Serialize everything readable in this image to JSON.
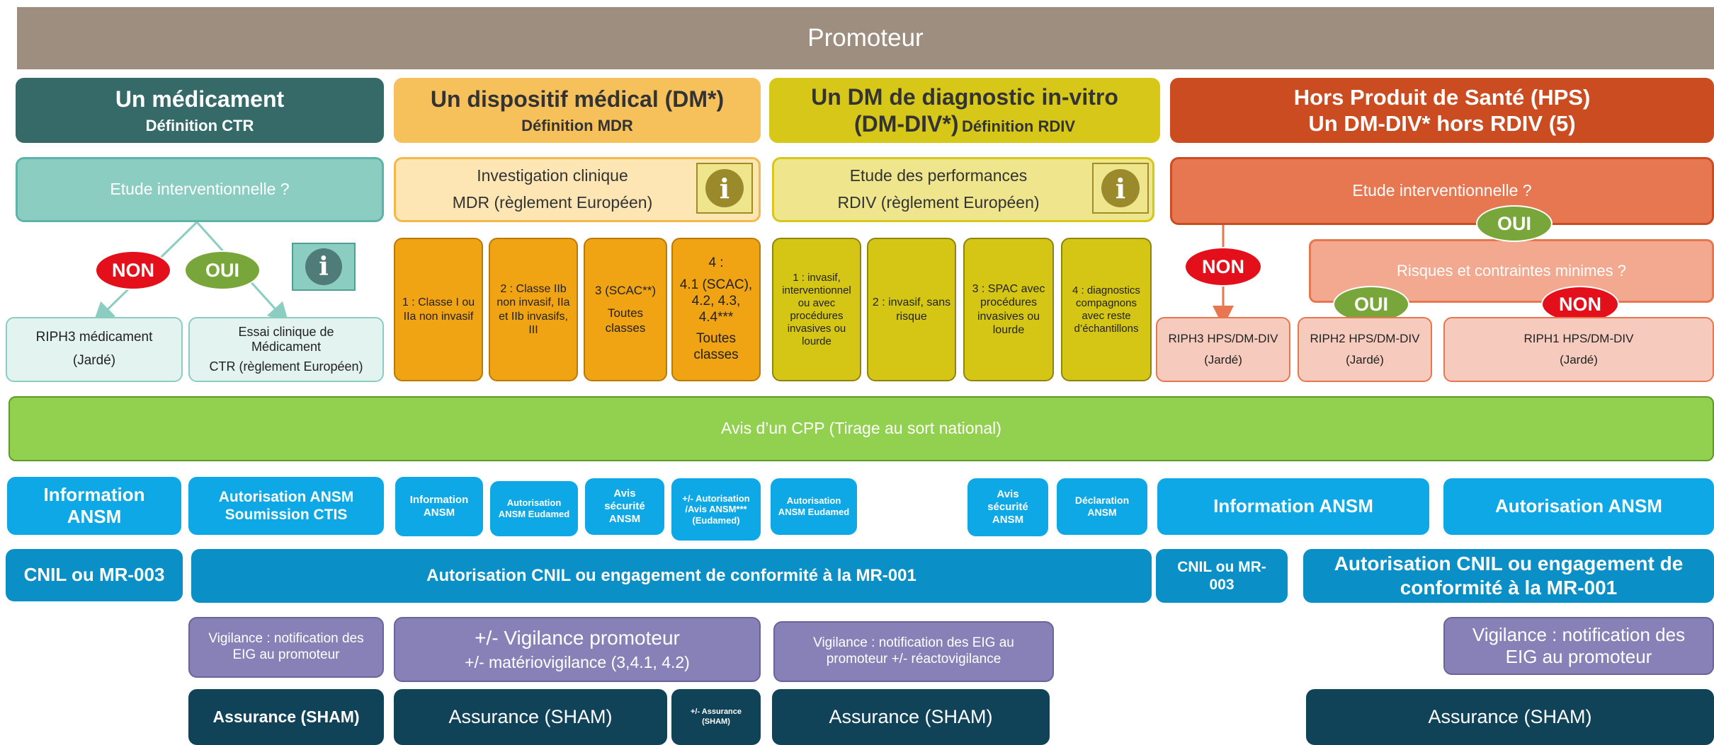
{
  "header": {
    "title": "Promoteur"
  },
  "categories": {
    "medicament": {
      "title": "Un médicament",
      "sub": "Définition CTR"
    },
    "dm": {
      "title": "Un dispositif médical (DM*)",
      "sub": "Définition MDR"
    },
    "dmdiv": {
      "title": "Un DM de diagnostic in-vitro",
      "title2": "(DM-DIV*)",
      "sub": "Définition RDIV"
    },
    "hps": {
      "title": "Hors Produit de Santé (HPS)",
      "title2": "Un DM-DIV* hors RDIV (5)"
    }
  },
  "questions": {
    "medicament": "Etude interventionnelle ?",
    "dm": {
      "line1": "Investigation clinique",
      "line2": "MDR (règlement Européen)"
    },
    "dmdiv": {
      "line1": "Etude des performances",
      "line2": "RDIV (règlement Européen)"
    },
    "hps": "Etude interventionnelle ?",
    "hps_risks": "Risques et contraintes minimes ?"
  },
  "pills": {
    "non": "NON",
    "oui": "OUI"
  },
  "info_icon": "info-icon",
  "medicament_outcomes": {
    "riph3": {
      "line1": "RIPH3 médicament",
      "line2": "(Jardé)"
    },
    "essai": {
      "line1": "Essai clinique de",
      "line2": "Médicament",
      "line3": "CTR (règlement Européen)"
    }
  },
  "dm_classes": [
    {
      "text": "1 : Classe I ou IIa non invasif"
    },
    {
      "text": "2 : Classe IIb non invasif, IIa et IIb invasifs, III"
    },
    {
      "text": "3 (SCAC**)",
      "text2": "Toutes classes"
    },
    {
      "text": "4 :",
      "text2": "4.1 (SCAC), 4.2, 4.3, 4.4***",
      "text3": "Toutes classes"
    }
  ],
  "dmdiv_classes": [
    {
      "text": "1 : invasif, interventionnel ou avec procédures invasives ou lourde"
    },
    {
      "text": "2 : invasif, sans risque"
    },
    {
      "text": "3 : SPAC avec procédures invasives ou lourde"
    },
    {
      "text": "4 : diagnostics compagnons avec reste d’échantillons"
    }
  ],
  "hps_outcomes": {
    "riph3": {
      "line1": "RIPH3 HPS/DM-DIV",
      "line2": "(Jardé)"
    },
    "riph2": {
      "line1": "RIPH2 HPS/DM-DIV",
      "line2": "(Jardé)"
    },
    "riph1": {
      "line1": "RIPH1 HPS/DM-DIV",
      "line2": "(Jardé)"
    }
  },
  "cpp": "Avis d’un CPP (Tirage au sort national)",
  "ansm": {
    "info_med": "Information ANSM",
    "auth_med": {
      "line1": "Autorisation ANSM",
      "line2": "Soumission CTIS"
    },
    "dm1": "Information ANSM",
    "dm2": "Autorisation ANSM Eudamed",
    "dm3": "Avis sécurité ANSM",
    "dm4": "+/- Autorisation /Avis ANSM*** (Eudamed)",
    "div1": "Autorisation ANSM Eudamed",
    "div3": "Avis sécurité ANSM",
    "div4": "Déclaration ANSM",
    "hps_info": "Information ANSM",
    "hps_auth": "Autorisation ANSM"
  },
  "cnil": {
    "med": "CNIL ou MR-003",
    "main": "Autorisation CNIL ou engagement de conformité à la MR-001",
    "hps_small": "CNIL ou MR-003",
    "hps_main": "Autorisation CNIL ou engagement de conformité à la MR-001"
  },
  "vigilance": {
    "med": "Vigilance : notification des EIG au promoteur",
    "dm_line1": "+/- Vigilance promoteur",
    "dm_line2": "+/- matériovigilance (3,4.1, 4.2)",
    "div": "Vigilance : notification des EIG au promoteur +/- réactovigilance",
    "hps": "Vigilance : notification des EIG au promoteur"
  },
  "assurance": {
    "med": "Assurance (SHAM)",
    "dm": "Assurance (SHAM)",
    "dm_small": "+/- Assurance (SHAM)",
    "div": "Assurance (SHAM)",
    "hps": "Assurance (SHAM)"
  },
  "colors": {
    "header": "#9d8e80",
    "medicament": "#356a68",
    "medicament_q": "#8ccdc2",
    "dm": "#f6c15b",
    "dm_q": "#fde6b4",
    "dm_class": "#f0a313",
    "dmdiv": "#d6c719",
    "dmdiv_q": "#eee58c",
    "dmdiv_class": "#d5c616",
    "hps": "#cc4c22",
    "hps_q": "#e67750",
    "hps_outcome": "#f6cbbd",
    "cpp": "#92d14f",
    "ansm": "#0ea8e6",
    "cnil": "#0a8fc6",
    "vigilance": "#8781b7",
    "assurance": "#104258",
    "non": "#e3101b",
    "oui": "#78a63a"
  }
}
